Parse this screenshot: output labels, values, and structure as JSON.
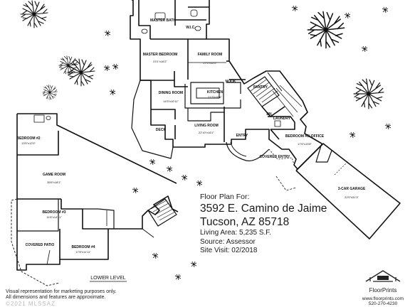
{
  "rooms": {
    "master_bath": "MASTER BATH",
    "wic": "W.I.C.",
    "master_bedroom": "MASTER BEDROOM",
    "master_bedroom_dim": "23'1\"x16'2\"",
    "family_room": "FAMILY ROOM",
    "family_room_dim": "17'5\"x12'0\"",
    "nook": "NOOK",
    "dining_room": "DINING ROOM",
    "dining_room_dim": "14'5\"x10'11\"",
    "kitchen": "KITCHEN",
    "kitchen_dim": "21'3\"x16'6\"",
    "pantry": "PANTRY",
    "living_room": "LIVING ROOM",
    "living_room_dim": "22'10\"x16'1\"",
    "deck": "DECK",
    "entry": "ENTRY",
    "dn": "DN",
    "laundry": "LAUNDRY",
    "bedroom5": "BEDROOM #5/ OFFICE",
    "bedroom5_dim": "17'6\"x13'8\"",
    "covered_entry": "COVERED ENTRY",
    "garage": "3-CAR GARAGE",
    "garage_dim": "22'0\"x31'3\"",
    "bedroom2": "BEDROOM #2",
    "bedroom2_dim": "13'5\"x12'0\"",
    "game_room": "GAME ROOM",
    "game_room_dim": "35'6\"x18'1\"",
    "bedroom3": "BEDROOM #3",
    "bedroom3_dim": "11'8\"x14'11\"",
    "covered_patio": "COVERED PATIO",
    "bedroom4": "BEDROOM #4",
    "bedroom4_dim": "17'8\"x11'11\"",
    "lower_level": "LOWER LEVEL"
  },
  "info": {
    "heading": "Floor Plan For:",
    "street": "3592 E. Camino de Jaime",
    "city": "Tucson, AZ  85718",
    "living_area": "Living Area:  5,235 S.F.",
    "source": "Source:  Assessor",
    "site_visit": "Site Visit:  02/2018"
  },
  "footer": {
    "line1": "Visual representation for marketing purposes only.",
    "line2": "All dimensions and features are approximate.",
    "watermark": "©2021 MLSSAZ"
  },
  "brand": {
    "name": "FloorPrints",
    "web": "www.floorprints.com",
    "phone": "520-270-4230"
  }
}
